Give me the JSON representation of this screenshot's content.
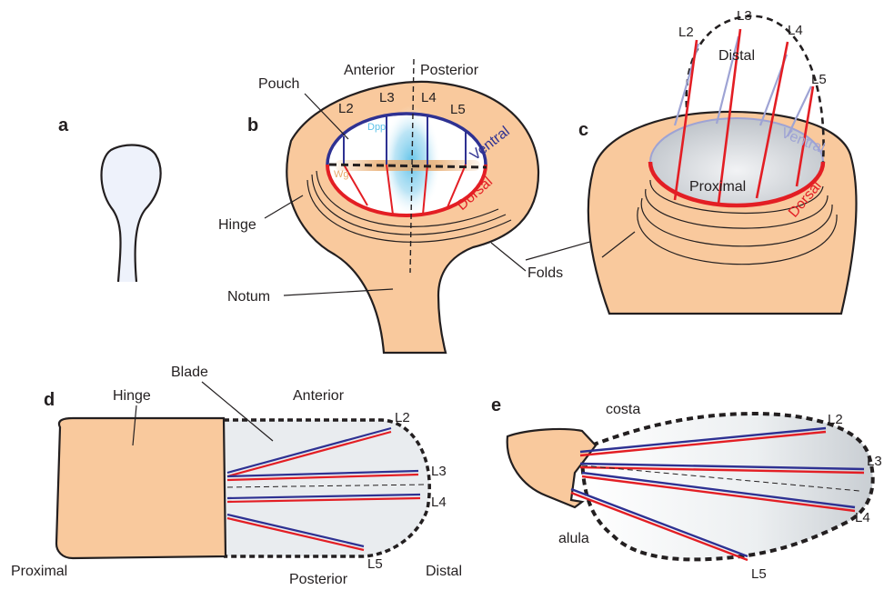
{
  "panels": {
    "a": {
      "letter": "a"
    },
    "b": {
      "letter": "b",
      "anterior": "Anterior",
      "posterior": "Posterior",
      "pouch": "Pouch",
      "hinge": "Hinge",
      "notum": "Notum",
      "folds": "Folds",
      "dpp": "Dpp",
      "wg": "Wg",
      "ventral": "Ventral",
      "dorsal": "Dorsal",
      "veins": [
        "L2",
        "L3",
        "L4",
        "L5"
      ]
    },
    "c": {
      "letter": "c",
      "distal": "Distal",
      "proximal": "Proximal",
      "ventral": "Ventral",
      "dorsal": "Dorsal",
      "veins": [
        "L2",
        "L3",
        "L4",
        "L5"
      ]
    },
    "d": {
      "letter": "d",
      "hinge": "Hinge",
      "blade": "Blade",
      "anterior": "Anterior",
      "posterior": "Posterior",
      "proximal": "Proximal",
      "distal": "Distal",
      "veins": [
        "L2",
        "L3",
        "L4",
        "L5"
      ]
    },
    "e": {
      "letter": "e",
      "costa": "costa",
      "alula": "alula",
      "veins": [
        "L2",
        "L3",
        "L4",
        "L5"
      ]
    }
  },
  "colors": {
    "tissue": "#f9c99d",
    "dorsal": "#e31e24",
    "ventral": "#2e3192",
    "dpp": "#5bc1e8",
    "wg": "#e8a96b",
    "blade": "#e9ecef"
  }
}
